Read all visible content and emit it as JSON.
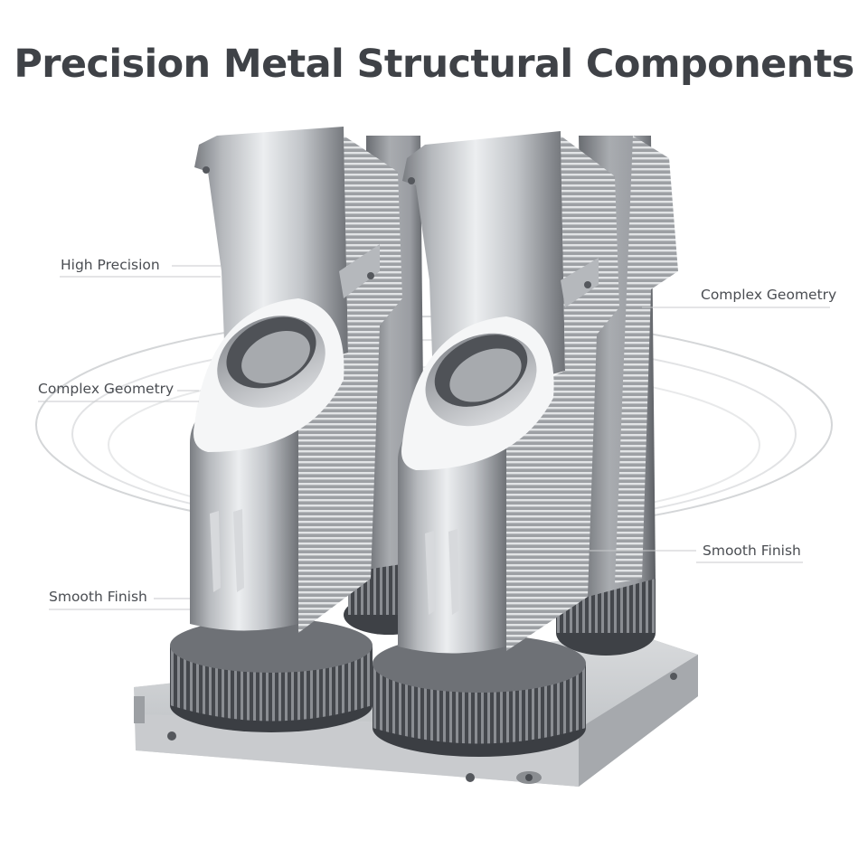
{
  "header": {
    "title": "Precision Metal Structural Components"
  },
  "callouts": {
    "left_top": "High Precision",
    "left_middle": "Complex Geometry",
    "left_bottom": "Smooth Finish",
    "right_top": "Complex Geometry",
    "right_bottom": "Smooth Finish"
  },
  "colors": {
    "title": "#3f4247",
    "label": "#4a4d52",
    "metal_light": "#e7e8ea",
    "metal_mid": "#b2b5b9",
    "metal_dark": "#6d7075",
    "fins": "#505358",
    "background": "#ffffff"
  },
  "icons": [
    "orbit-rings",
    "metal-component-assembly"
  ]
}
